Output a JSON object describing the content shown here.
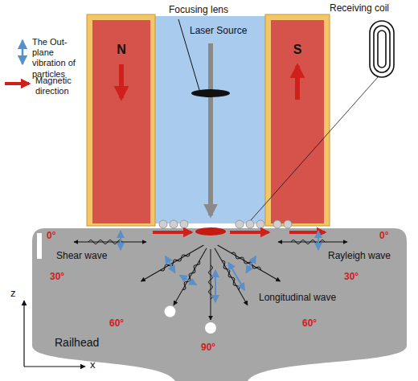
{
  "diagram": {
    "nodes": [
      {
        "text": [
          "N"
        ]
      },
      {
        "text": [
          "S"
        ]
      },
      {
        "text": [
          "Railhead"
        ]
      }
    ],
    "labels": [
      "Receiving coil",
      "Focusing lens",
      "Laser Source",
      "0°",
      "0°",
      "Shear wave",
      "Rayleigh wave",
      "30°",
      "30°",
      "60°",
      "60°",
      "Longitudinal wave",
      "90°",
      "z",
      "x"
    ],
    "legend": [
      {
        "text": "The Out-plane vibration of particles"
      },
      {
        "text": "Magnetic direction"
      }
    ]
  }
}
